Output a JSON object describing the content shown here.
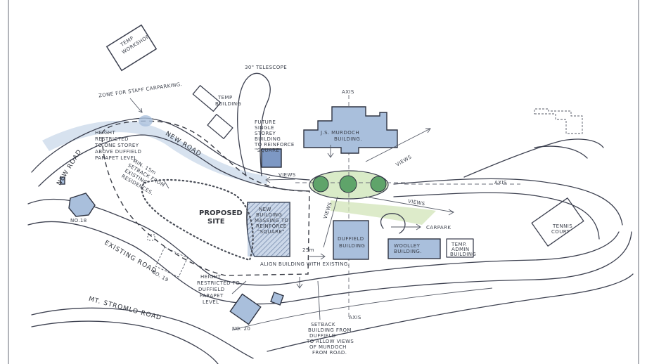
{
  "map": {
    "labels": {
      "temp_workshop": [
        "TEMP",
        "WORKSHOP"
      ],
      "telescope": "30\" TELESCOPE",
      "temp_building": [
        "TEMP",
        "BUILDING"
      ],
      "staff_carparking": "ZONE FOR STAFF CARPARKING.",
      "axis_top": "AXIS",
      "axis_right": "AXIS",
      "axis_bottom": "AXIS",
      "murdoch": [
        "J.S. MURDOCH",
        "BUILDING."
      ],
      "future_building": [
        "FUTURE",
        "SINGLE",
        "STOREY",
        "BUILDING",
        "TO REINFORCE",
        "\"SQUARE\""
      ],
      "views_left": "VIEWS",
      "views_upper_right": "VIEWS",
      "views_lower_right": "VIEWS",
      "views_diag": "VIEWS",
      "height_one_storey": [
        "HEIGHT",
        "RESTRICTED",
        "TO ONE STOREY",
        "ABOVE DUFFIELD",
        "PARAPET LEVEL"
      ],
      "new_road_left": "NEW ROAD",
      "new_road_top": "NEW  ROAD",
      "setback": [
        "MIN. 15m",
        "SETBACK FROM",
        "EXISTING",
        "RESIDENCES."
      ],
      "no18": "NO.18",
      "proposed_site": [
        "PROPOSED",
        "SITE"
      ],
      "new_building": [
        "NEW",
        "BUILDING",
        "MASSING TO",
        "REINFORCE",
        "\"SQUARE\""
      ],
      "setback_25": "25m",
      "duffield": [
        "DUFFIELD",
        "BUILDING"
      ],
      "woolley": [
        "WOOLLEY",
        "BUILDING."
      ],
      "temp_admin": [
        "TEMP.",
        "ADMIN",
        "BUILDING"
      ],
      "carpark": "CARPARK",
      "tennis": [
        "TENNIS",
        "COURT"
      ],
      "existing_road": "EXISTING  ROAD",
      "no19": "NO. 19",
      "align_building": "ALIGN BUILDING WITH EXISTING.",
      "height_duffield": [
        "HEIGHT",
        "RESTRICTED TO",
        "DUFFIELD",
        "PARAPET",
        "LEVEL"
      ],
      "no20": "NO. 20",
      "mt_stromlo_road": "MT. STROMLO  ROAD",
      "setback_murdoch": [
        "SETBACK",
        "BUILDING FROM",
        "DUFFIELD",
        "TO ALLOW VIEWS",
        "OF MURDOCH",
        "FROM ROAD."
      ]
    },
    "colors": {
      "building_fill": "#a9bfdc",
      "building_dark": "#7d98c4",
      "tree_green": "#5fa46a",
      "lawn_green": "#cfe3b4",
      "road_blue": "#c9d8ea",
      "ink": "#3d4150"
    }
  }
}
